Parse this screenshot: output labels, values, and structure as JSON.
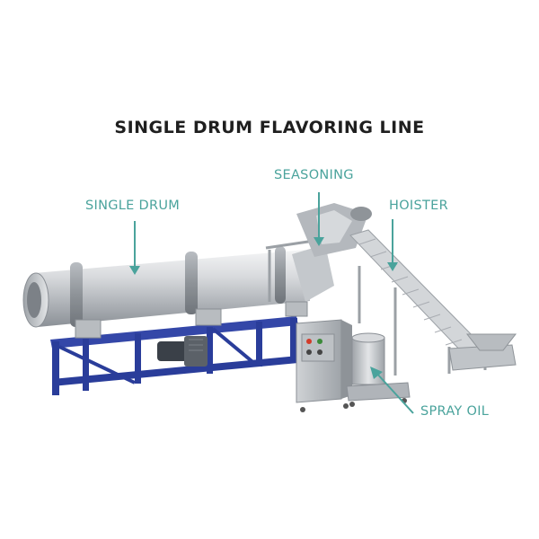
{
  "title": "SINGLE DRUM FLAVORING LINE",
  "labels": {
    "seasoning": "SEASONING",
    "hoister": "HOISTER",
    "single_drum": "SINGLE DRUM",
    "spray_oil": "SPRAY OIL"
  },
  "colors": {
    "label_teal": "#4aa39c",
    "frame_blue": "#2a3d9a",
    "steel": "#c9ccd0",
    "title": "#1f1f1f"
  }
}
